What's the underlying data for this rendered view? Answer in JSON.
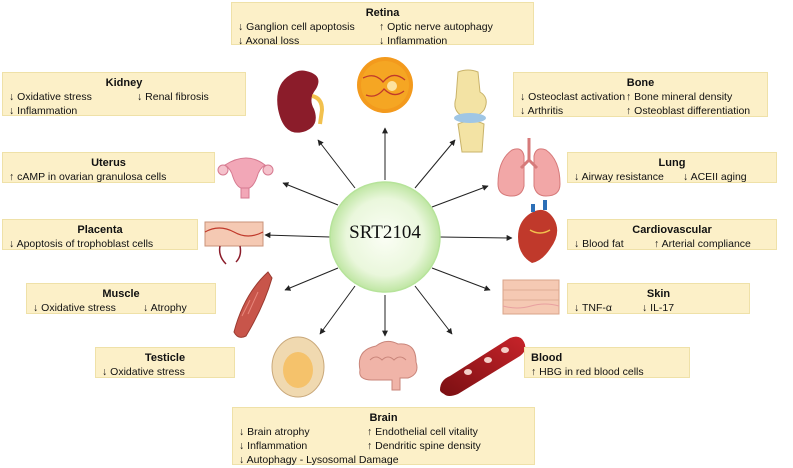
{
  "center": {
    "label": "SRT2104"
  },
  "organs": {
    "retina": {
      "title": "Retina",
      "rows": [
        [
          "↓ Ganglion cell apoptosis",
          "↑ Optic nerve autophagy"
        ],
        [
          "↓ Axonal loss",
          "↓ Inflammation"
        ]
      ]
    },
    "kidney": {
      "title": "Kidney",
      "rows": [
        [
          "↓ Oxidative stress",
          "↓ Renal fibrosis"
        ],
        [
          "↓ Inflammation",
          ""
        ]
      ]
    },
    "bone": {
      "title": "Bone",
      "rows": [
        [
          "↓ Osteoclast activation",
          "↑ Bone mineral density"
        ],
        [
          "↓ Arthritis",
          "↑ Osteoblast differentiation"
        ]
      ]
    },
    "uterus": {
      "title": "Uterus",
      "rows": [
        [
          "↑ cAMP in ovarian granulosa cells"
        ]
      ]
    },
    "lung": {
      "title": "Lung",
      "rows": [
        [
          "↓ Airway resistance",
          "↓ ACEII aging"
        ]
      ]
    },
    "placenta": {
      "title": "Placenta",
      "rows": [
        [
          "↓ Apoptosis of trophoblast cells"
        ]
      ]
    },
    "cardiovascular": {
      "title": "Cardiovascular",
      "rows": [
        [
          "↓ Blood fat",
          "↑ Arterial compliance"
        ]
      ]
    },
    "muscle": {
      "title": "Muscle",
      "rows": [
        [
          "↓ Oxidative stress",
          "↓ Atrophy"
        ]
      ]
    },
    "skin": {
      "title": "Skin",
      "rows": [
        [
          "↓ TNF-α",
          "↓ IL-17"
        ]
      ]
    },
    "testicle": {
      "title": "Testicle",
      "rows": [
        [
          "↓ Oxidative stress"
        ]
      ]
    },
    "blood": {
      "title": "Blood",
      "rows": [
        [
          "↑ HBG in red blood cells"
        ]
      ]
    },
    "brain": {
      "title": "Brain",
      "rows": [
        [
          "↓ Brain atrophy",
          "↑ Endothelial cell vitality"
        ],
        [
          "↓ Inflammation",
          "↑ Dendritic spine density"
        ],
        [
          "↓ Autophagy - Lysosomal Damage",
          ""
        ]
      ]
    }
  },
  "colors": {
    "box_fill": "#fcf0c8",
    "circle_center": "#f4fbe8",
    "circle_edge": "#b6e39a",
    "arrow": "#222222"
  }
}
